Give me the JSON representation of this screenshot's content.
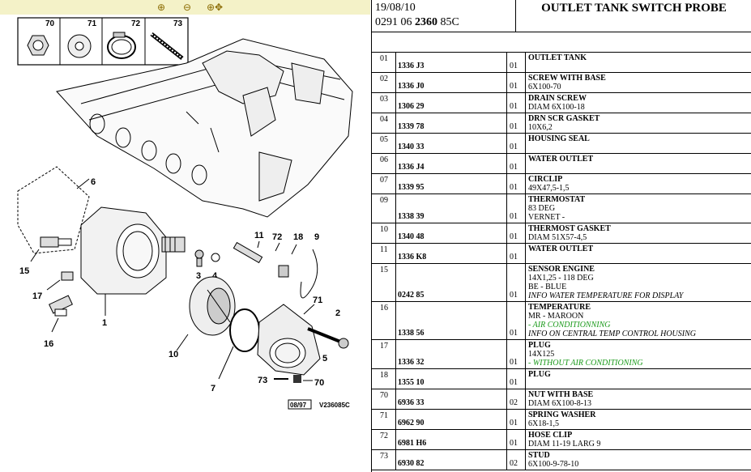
{
  "toolbar": {
    "zoom_in_icon": "zoom-in-icon",
    "zoom_out_icon": "zoom-out-icon",
    "zoom_pan_icon": "zoom-pan-icon"
  },
  "header": {
    "date": "19/08/10",
    "ref_prefix": "0291 06 ",
    "ref_bold": "2360",
    "ref_suffix": " 85C",
    "title": "OUTLET TANK SWITCH PROBE"
  },
  "diagram": {
    "callouts": [
      "70",
      "71",
      "72",
      "73",
      "1",
      "2",
      "3",
      "4",
      "5",
      "6",
      "7",
      "9",
      "10",
      "11",
      "15",
      "16",
      "17",
      "18",
      "70",
      "71",
      "72",
      "73"
    ],
    "date_code": "08/97",
    "drawing_code": "V236085C"
  },
  "parts": [
    {
      "idx": "01",
      "ref": "1336 J3",
      "qty": "01",
      "name": "OUTLET TANK",
      "lines": []
    },
    {
      "idx": "02",
      "ref": "1336 J0",
      "qty": "01",
      "name": "SCREW WITH BASE",
      "lines": [
        "6X100-70"
      ]
    },
    {
      "idx": "03",
      "ref": "1306 29",
      "qty": "01",
      "name": "DRAIN SCREW",
      "lines": [
        "DIAM 6X100-18"
      ]
    },
    {
      "idx": "04",
      "ref": "1339 78",
      "qty": "01",
      "name": "DRN SCR GASKET",
      "lines": [
        "10X6,2"
      ]
    },
    {
      "idx": "05",
      "ref": "1340 33",
      "qty": "01",
      "name": "HOUSING SEAL",
      "lines": []
    },
    {
      "idx": "06",
      "ref": "1336 J4",
      "qty": "01",
      "name": "WATER OUTLET",
      "lines": []
    },
    {
      "idx": "07",
      "ref": "1339 95",
      "qty": "01",
      "name": "CIRCLIP",
      "lines": [
        "49X47,5-1,5"
      ]
    },
    {
      "idx": "09",
      "ref": "1338 39",
      "qty": "01",
      "name": "THERMOSTAT",
      "lines": [
        "83 DEG",
        "VERNET -"
      ]
    },
    {
      "idx": "10",
      "ref": "1340 48",
      "qty": "01",
      "name": "THERMOST GASKET",
      "lines": [
        "DIAM 51X57-4,5"
      ]
    },
    {
      "idx": "11",
      "ref": "1336 K8",
      "qty": "01",
      "name": "WATER OUTLET",
      "lines": []
    },
    {
      "idx": "15",
      "ref": "0242 85",
      "qty": "01",
      "name": "SENSOR ENGINE",
      "lines": [
        "14X1,25 - 118 DEG",
        "BE - BLUE"
      ],
      "info": "INFO WATER TEMPERATURE FOR DISPLAY"
    },
    {
      "idx": "16",
      "ref": "1338 56",
      "qty": "01",
      "name": "TEMPERATURE",
      "lines": [
        "MR - MAROON"
      ],
      "green": "- AIR CONDITIONNING",
      "info": "INFO ON CENTRAL TEMP CONTROL HOUSING"
    },
    {
      "idx": "17",
      "ref": "1336 32",
      "qty": "01",
      "name": "PLUG",
      "lines": [
        "14X125"
      ],
      "green": "- WITHOUT AIR CONDITIONING"
    },
    {
      "idx": "18",
      "ref": "1355 10",
      "qty": "01",
      "name": "PLUG",
      "lines": []
    },
    {
      "idx": "70",
      "ref": "6936 33",
      "qty": "02",
      "name": "NUT WITH BASE",
      "lines": [
        "DIAM 6X100-8-13"
      ]
    },
    {
      "idx": "71",
      "ref": "6962 90",
      "qty": "01",
      "name": "SPRING WASHER",
      "lines": [
        "6X18-1,5"
      ]
    },
    {
      "idx": "72",
      "ref": "6981 H6",
      "qty": "01",
      "name": "HOSE CLIP",
      "lines": [
        "DIAM 11-19 LARG 9"
      ]
    },
    {
      "idx": "73",
      "ref": "6930 82",
      "qty": "02",
      "name": "STUD",
      "lines": [
        "6X100-9-78-10"
      ]
    }
  ]
}
